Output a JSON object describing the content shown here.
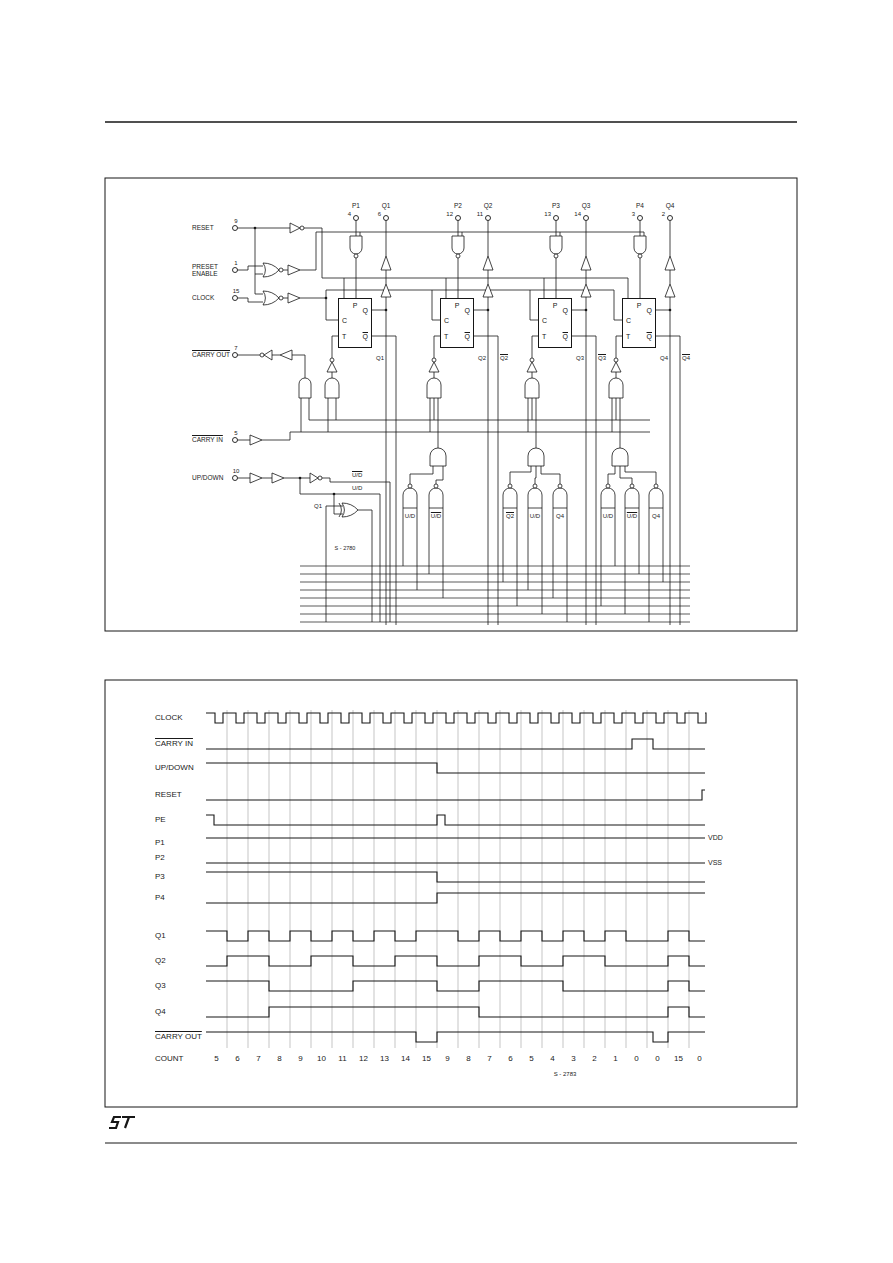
{
  "diagram": {
    "nodes": [
      {
        "text": [
          "P",
          "C",
          "T",
          "Q",
          "Q"
        ]
      },
      {
        "text": [
          "P",
          "C",
          "T",
          "Q",
          "Q"
        ]
      },
      {
        "text": [
          "P",
          "C",
          "T",
          "Q",
          "Q"
        ]
      },
      {
        "text": [
          "P",
          "C",
          "T",
          "Q",
          "Q"
        ]
      }
    ],
    "labels": [
      "RESET",
      "9",
      "PRESET ENABLE",
      "1",
      "CLOCK",
      "15",
      "CARRY OUT",
      "7",
      "CARRY IN",
      "5",
      "UP/DOWN",
      "10",
      "P1",
      "4",
      "Q1",
      "6",
      "P2",
      "12",
      "Q2",
      "11",
      "P3",
      "13",
      "Q3",
      "14",
      "P4",
      "3",
      "Q4",
      "2",
      "Q1",
      "Q2",
      "Q2",
      "Q3",
      "Q3",
      "Q4",
      "Q4",
      "Q1",
      "U/D",
      "U/D",
      "U/D",
      "U/D",
      "Q2",
      "U/D",
      "Q4",
      "U/D",
      "U/D",
      "Q4",
      "S - 2780",
      "CLOCK",
      "CARRY IN",
      "UP/DOWN",
      "RESET",
      "PE",
      "P1",
      "P2",
      "P3",
      "P4",
      "Q1",
      "Q2",
      "Q3",
      "Q4",
      "CARRY OUT",
      "COUNT",
      "5",
      "6",
      "7",
      "8",
      "9",
      "10",
      "11",
      "12",
      "13",
      "14",
      "15",
      "9",
      "8",
      "7",
      "6",
      "5",
      "4",
      "3",
      "2",
      "1",
      "0",
      "0",
      "15",
      "0",
      "VDD",
      "VSS",
      "S - 2783"
    ]
  }
}
